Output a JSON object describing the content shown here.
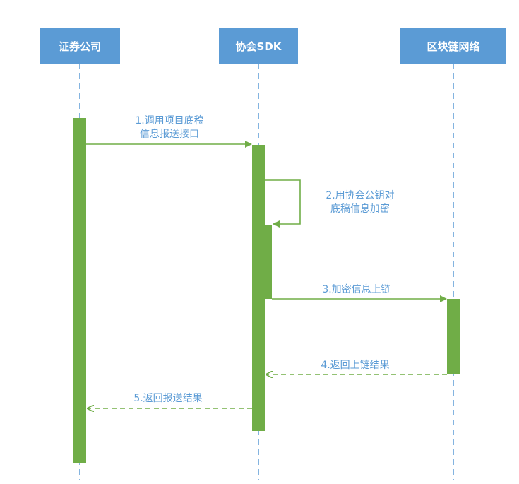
{
  "actors": {
    "securities": {
      "label": "证券公司"
    },
    "sdk": {
      "label": "协会SDK"
    },
    "chain": {
      "label": "区块链网络"
    }
  },
  "messages": {
    "m1": {
      "line1": "1.调用项目底稿",
      "line2": "信息报送接口"
    },
    "m2": {
      "line1": "2.用协会公钥对",
      "line2": "底稿信息加密"
    },
    "m3": {
      "text": "3.加密信息上链"
    },
    "m4": {
      "text": "4.返回上链结果"
    },
    "m5": {
      "text": "5.返回报送结果"
    }
  },
  "colors": {
    "actor_fill": "#5b9bd5",
    "lifeline": "#5b9bd5",
    "activation": "#70ad47",
    "arrow": "#70ad47",
    "label_text": "#5b9bd5"
  }
}
